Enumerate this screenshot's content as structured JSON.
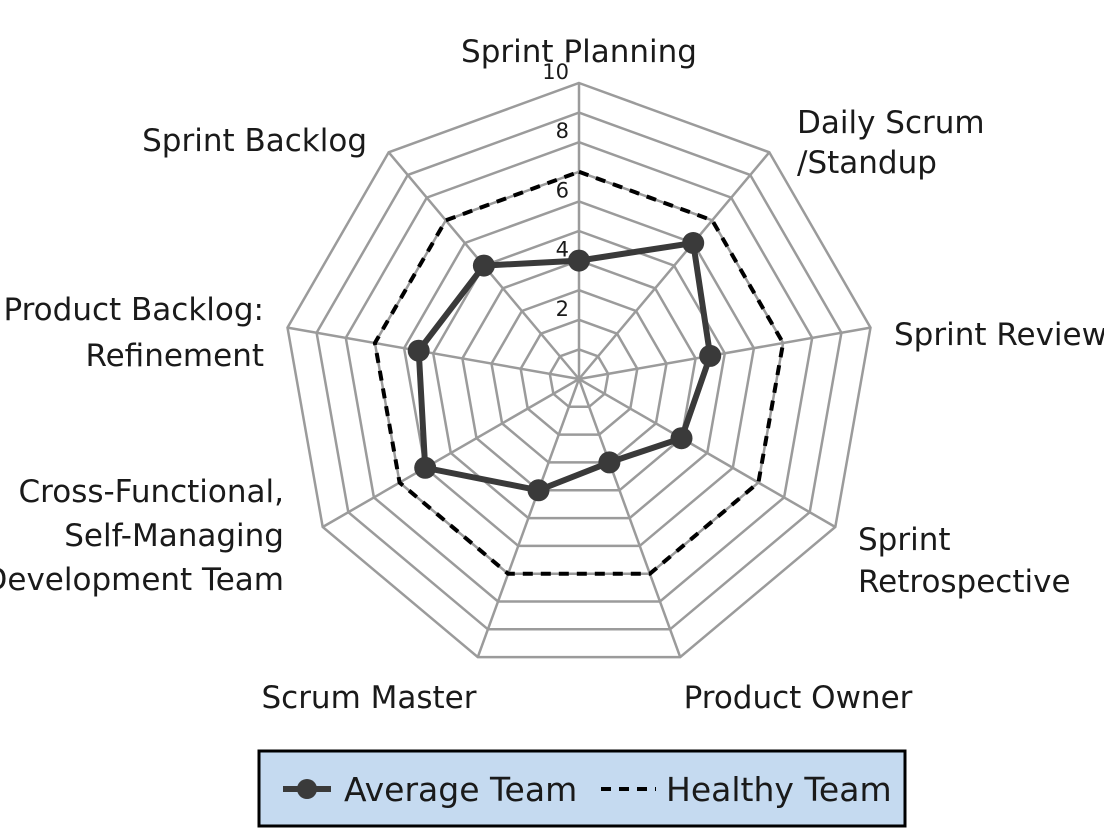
{
  "chart_data": {
    "type": "radar",
    "categories": [
      [
        "Sprint Planning"
      ],
      [
        "Daily Scrum",
        "/Standup"
      ],
      [
        "Sprint Review"
      ],
      [
        "Sprint",
        "Retrospective"
      ],
      [
        "Product Owner"
      ],
      [
        "Scrum Master"
      ],
      [
        "Cross-Functional,",
        "Self-Managing",
        "Development Team"
      ],
      [
        "Product Backlog:",
        "Refinement"
      ],
      [
        "Sprint Backlog"
      ]
    ],
    "rlim": [
      0,
      10
    ],
    "ticks": [
      "2",
      "4",
      "6",
      "8",
      "10"
    ],
    "tick_values": [
      2,
      4,
      6,
      8,
      10
    ],
    "grid_levels": [
      1,
      2,
      3,
      4,
      5,
      6,
      7,
      8,
      9,
      10
    ],
    "series": [
      {
        "name": "Average Team",
        "style": "solid-marker",
        "color": "#3a3a3a",
        "values": [
          4.0,
          6.0,
          4.5,
          4.0,
          3.0,
          4.0,
          6.0,
          5.5,
          5.0
        ]
      },
      {
        "name": "Healthy Team",
        "style": "dashed",
        "color": "#000000",
        "values": [
          7.0,
          7.0,
          7.0,
          7.0,
          7.0,
          7.0,
          7.0,
          7.0,
          7.0
        ]
      }
    ],
    "legend_position": "bottom-center",
    "legend_bg": "#c5daf0",
    "grid_color": "#9b9b9b"
  }
}
